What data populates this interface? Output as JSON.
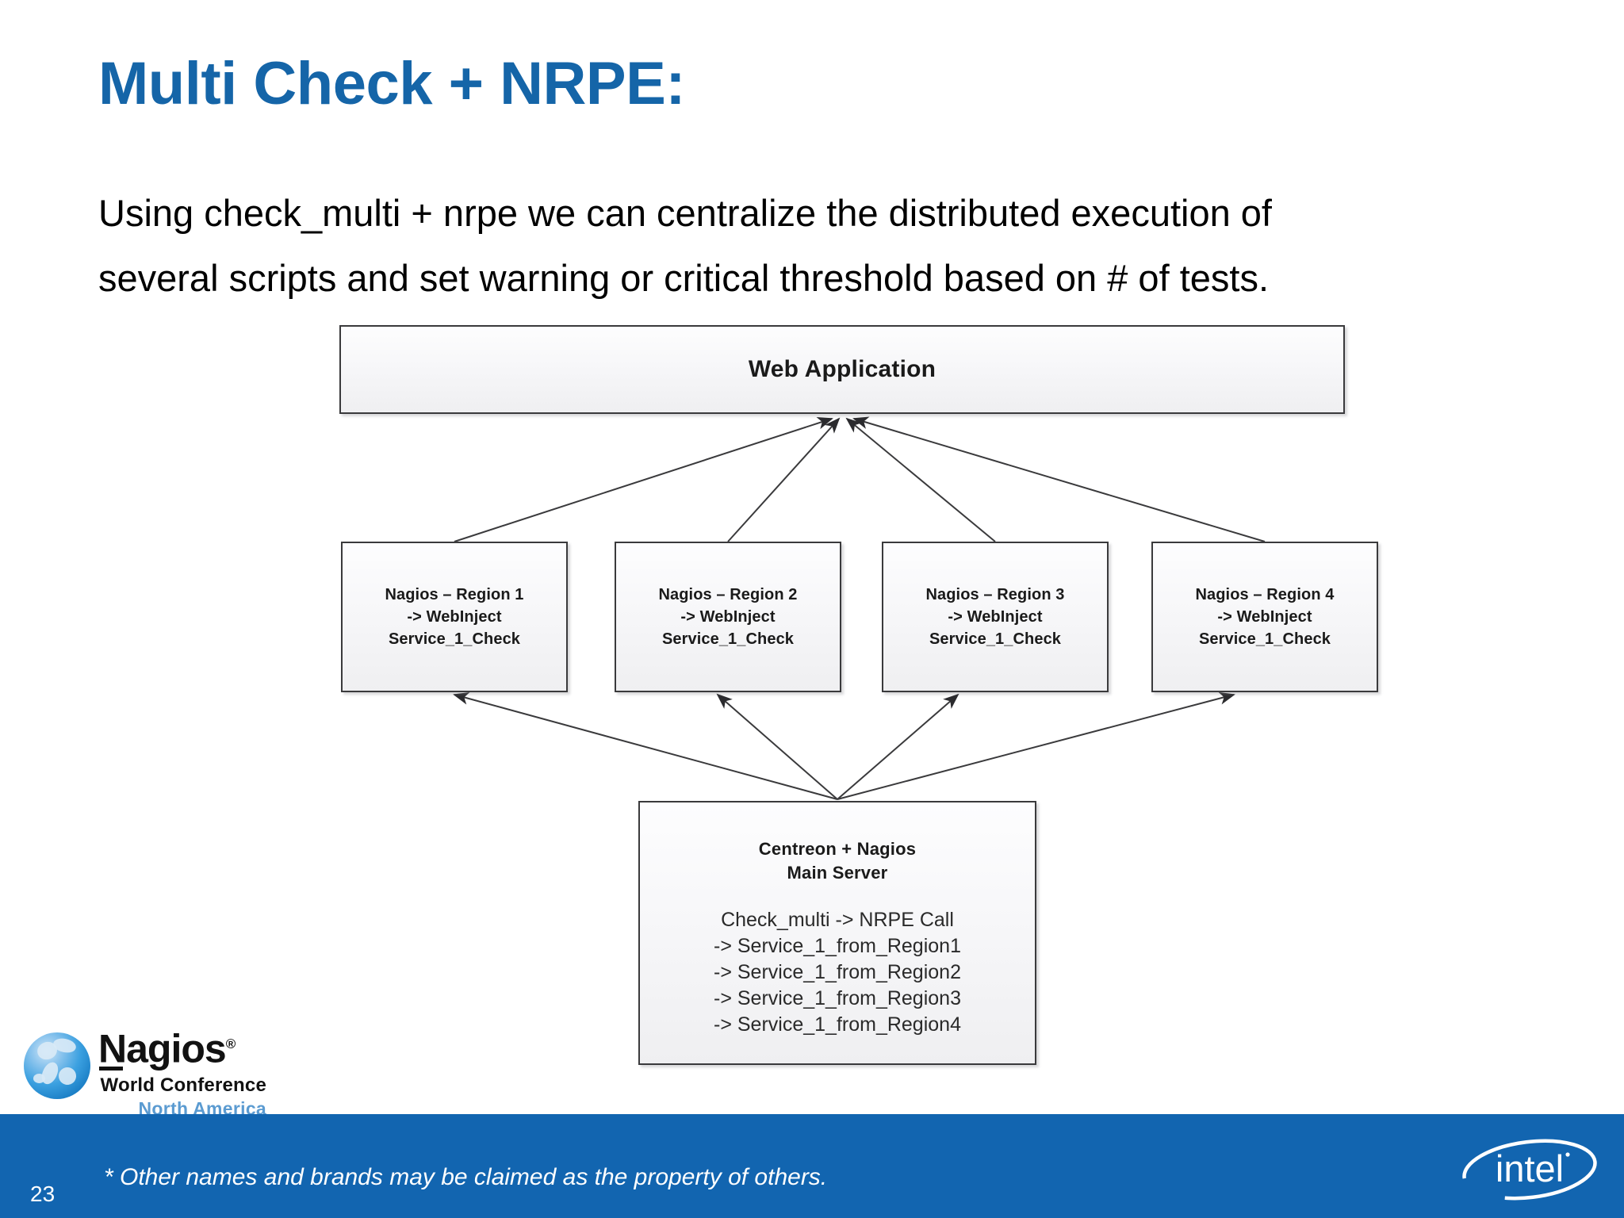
{
  "slide": {
    "title": "Multi Check + NRPE:",
    "title_color": "#1565a8",
    "body": {
      "line1": "Using check_multi + nrpe we can centralize the distributed execution of",
      "line2": "several scripts and set warning or critical threshold based on # of tests."
    }
  },
  "diagram": {
    "web_application": {
      "title": "Web Application"
    },
    "regions": [
      {
        "name": "Nagios – Region 1",
        "check": "-> WebInject Service_1_Check"
      },
      {
        "name": "Nagios – Region 2",
        "check": "-> WebInject Service_1_Check"
      },
      {
        "name": "Nagios – Region 3",
        "check": "-> WebInject Service_1_Check"
      },
      {
        "name": "Nagios – Region 4",
        "check": "-> WebInject Service_1_Check"
      }
    ],
    "main_server": {
      "head_line1": "Centreon + Nagios",
      "head_line2": "Main Server",
      "list": [
        "Check_multi -> NRPE Call",
        "-> Service_1_from_Region1",
        "-> Service_1_from_Region2",
        "-> Service_1_from_Region3",
        "-> Service_1_from_Region4"
      ]
    }
  },
  "logo": {
    "nagios": "Nagios",
    "registered": "®",
    "world_conference": "World Conference",
    "north_america": "North America",
    "north_america_color": "#5b9bd1"
  },
  "footer": {
    "page_number": "23",
    "note": "* Other names and brands may be claimed as the property of others.",
    "bar_color": "#1265b0",
    "brand": "intel"
  }
}
